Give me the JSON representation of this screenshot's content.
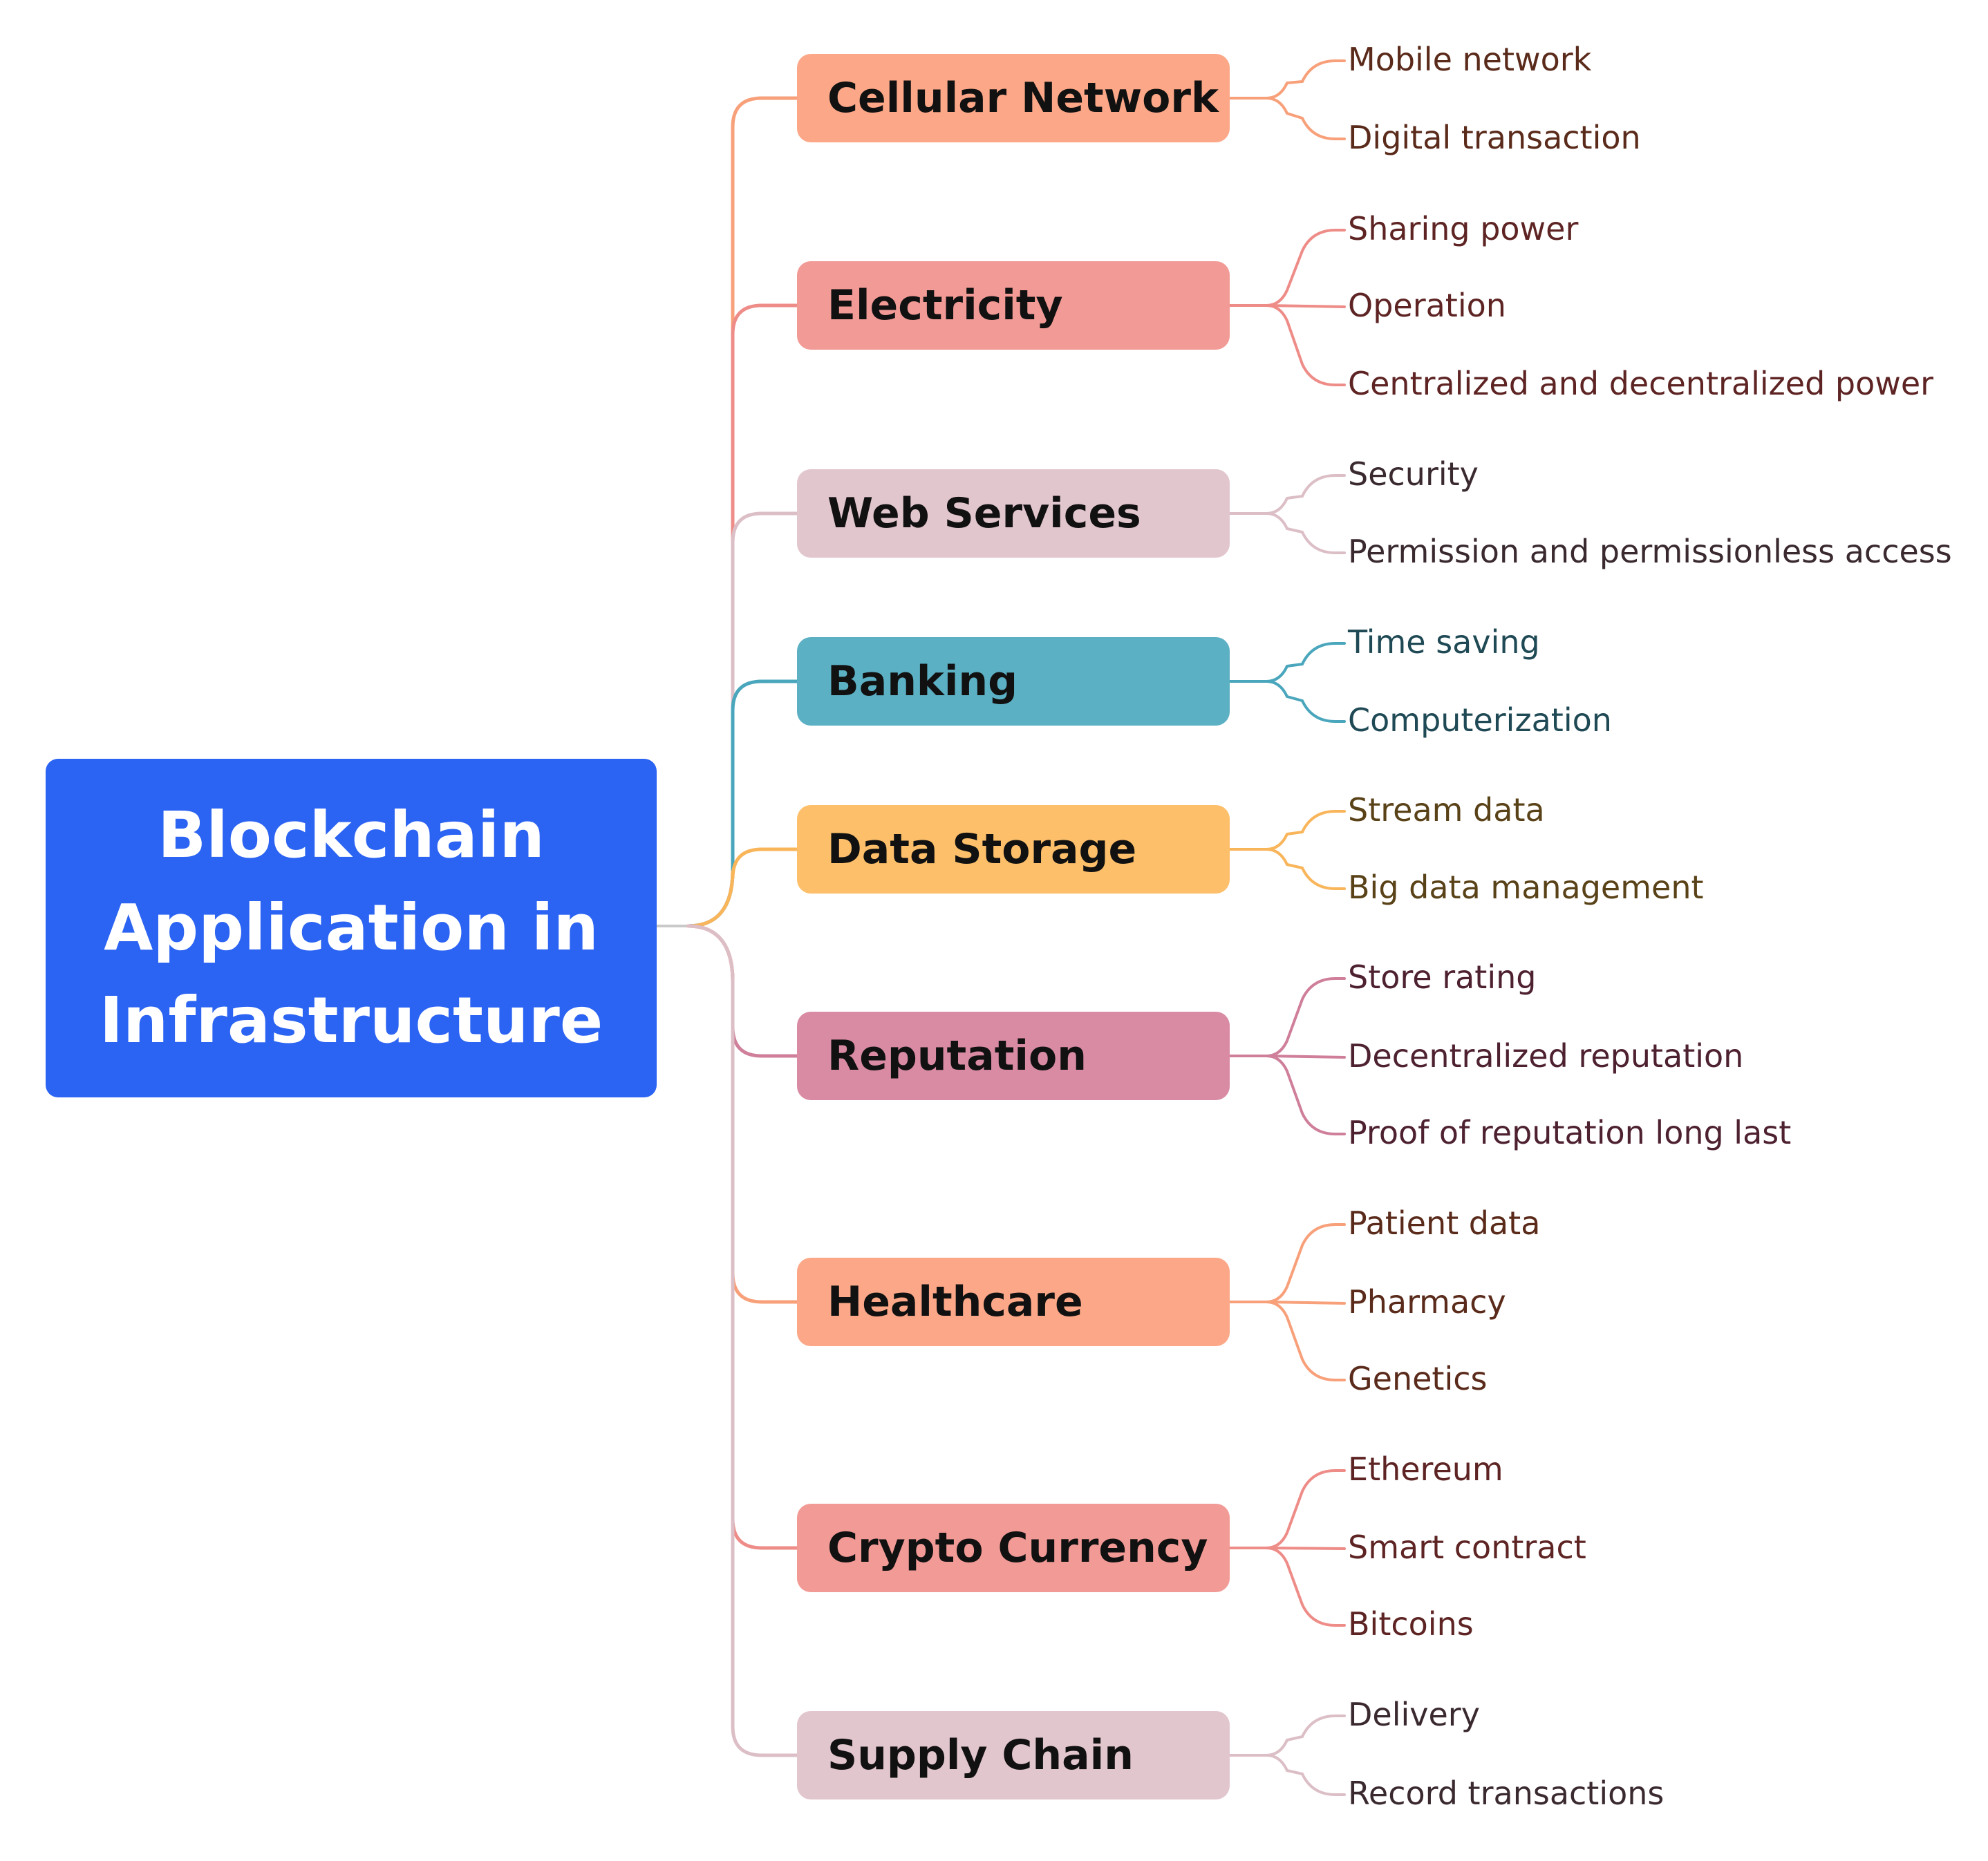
{
  "central": {
    "title": "Blockchain Application in Infrastructure",
    "color": "#2b63f2"
  },
  "branches": [
    {
      "label": "Cellular Network",
      "color": "#fca888",
      "line": "#f7a07a",
      "text": "#5a2a1a",
      "children": [
        "Mobile network",
        "Digital transaction"
      ]
    },
    {
      "label": "Electricity",
      "color": "#f29a96",
      "line": "#ee8c88",
      "text": "#5e2424",
      "children": [
        "Sharing power",
        "Operation",
        "Centralized and decentralized power"
      ]
    },
    {
      "label": "Web Services",
      "color": "#e2c6cd",
      "line": "#dcbfc6",
      "text": "#3a2a30",
      "children": [
        "Security",
        "Permission and permissionless access"
      ]
    },
    {
      "label": "Banking",
      "color": "#5cb0c4",
      "line": "#4aa6bc",
      "text": "#1f4a55",
      "children": [
        "Time saving",
        "Computerization"
      ]
    },
    {
      "label": "Data Storage",
      "color": "#fdbf6a",
      "line": "#f9b55a",
      "text": "#5a4218",
      "children": [
        "Stream data",
        "Big data management"
      ]
    },
    {
      "label": "Reputation",
      "color": "#d98ba4",
      "line": "#cf7f99",
      "text": "#4e2131",
      "children": [
        "Store rating",
        "Decentralized reputation",
        "Proof of reputation long last"
      ]
    },
    {
      "label": "Healthcare",
      "color": "#fca888",
      "line": "#f7a07a",
      "text": "#5a2a1a",
      "children": [
        "Patient data",
        "Pharmacy",
        "Genetics"
      ]
    },
    {
      "label": "Crypto Currency",
      "color": "#f29a96",
      "line": "#ee8c88",
      "text": "#5e2424",
      "children": [
        "Ethereum",
        "Smart contract",
        "Bitcoins"
      ]
    },
    {
      "label": "Supply Chain",
      "color": "#e2c6cd",
      "line": "#dcbfc6",
      "text": "#3a2a30",
      "children": [
        "Delivery",
        "Record transactions"
      ]
    }
  ]
}
